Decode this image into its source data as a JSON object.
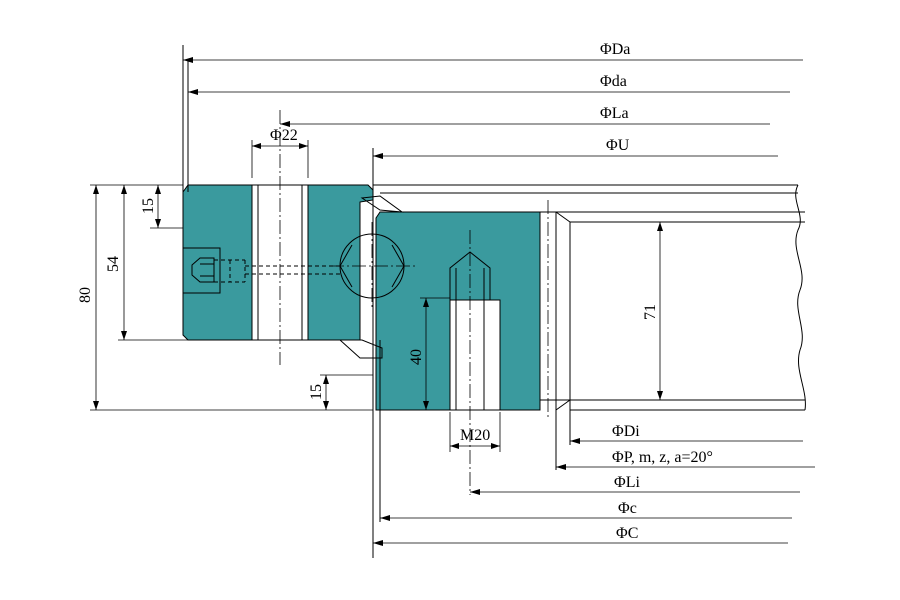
{
  "colors": {
    "section": "#3a9a9e",
    "line": "#000000",
    "background": "#ffffff"
  },
  "dimensions": {
    "outer_diameter": "ΦDa",
    "outer_ring_inner": "Φda",
    "outer_bolt_circle": "ΦLa",
    "inner_ring_outer": "ΦU",
    "inner_diameter": "ΦDi",
    "pitch_gear": "ΦP, m, z,  a=20°",
    "inner_bolt_circle": "ΦLi",
    "small_c": "Φc",
    "big_c": "ΦC",
    "bolt_hole": "Φ22",
    "thread": "M20",
    "height_total": "80",
    "height_outer": "54",
    "offset_top": "15",
    "offset_bottom": "15",
    "thread_depth": "40",
    "gear_width": "71"
  }
}
